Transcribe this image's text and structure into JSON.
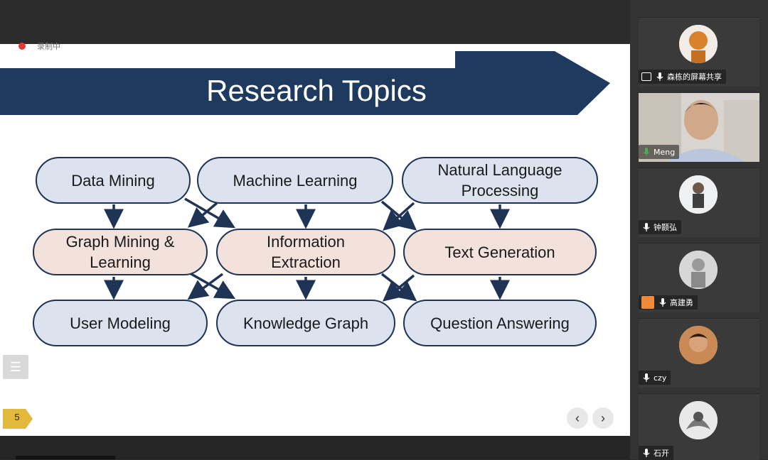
{
  "recording": {
    "label": "录制中"
  },
  "slide": {
    "title": "Research Topics",
    "page_number": "5",
    "colors": {
      "banner": "#1f3a5f",
      "node_blue": "#dde3ee",
      "node_pink": "#f3e2dc",
      "border": "#1f3354"
    },
    "nodes": {
      "data_mining": "Data Mining",
      "machine_learning": "Machine Learning",
      "nlp_line1": "Natural Language",
      "nlp_line2": "Processing",
      "graph_mining_line1": "Graph Mining &",
      "graph_mining_line2": "Learning",
      "info_extraction_line1": "Information",
      "info_extraction_line2": "Extraction",
      "text_generation": "Text Generation",
      "user_modeling": "User Modeling",
      "knowledge_graph": "Knowledge Graph",
      "question_answering": "Question Answering"
    }
  },
  "controls": {
    "menu_icon": "menu-icon",
    "prev_icon": "chevron-left-icon",
    "next_icon": "chevron-right-icon"
  },
  "participants": [
    {
      "name": "森栋的屏幕共享",
      "sharing": true
    },
    {
      "name": "Meng",
      "speaking": true
    },
    {
      "name": "钟颢弘"
    },
    {
      "name": "高建勇",
      "host": true
    },
    {
      "name": "czy"
    },
    {
      "name": "石开"
    }
  ]
}
